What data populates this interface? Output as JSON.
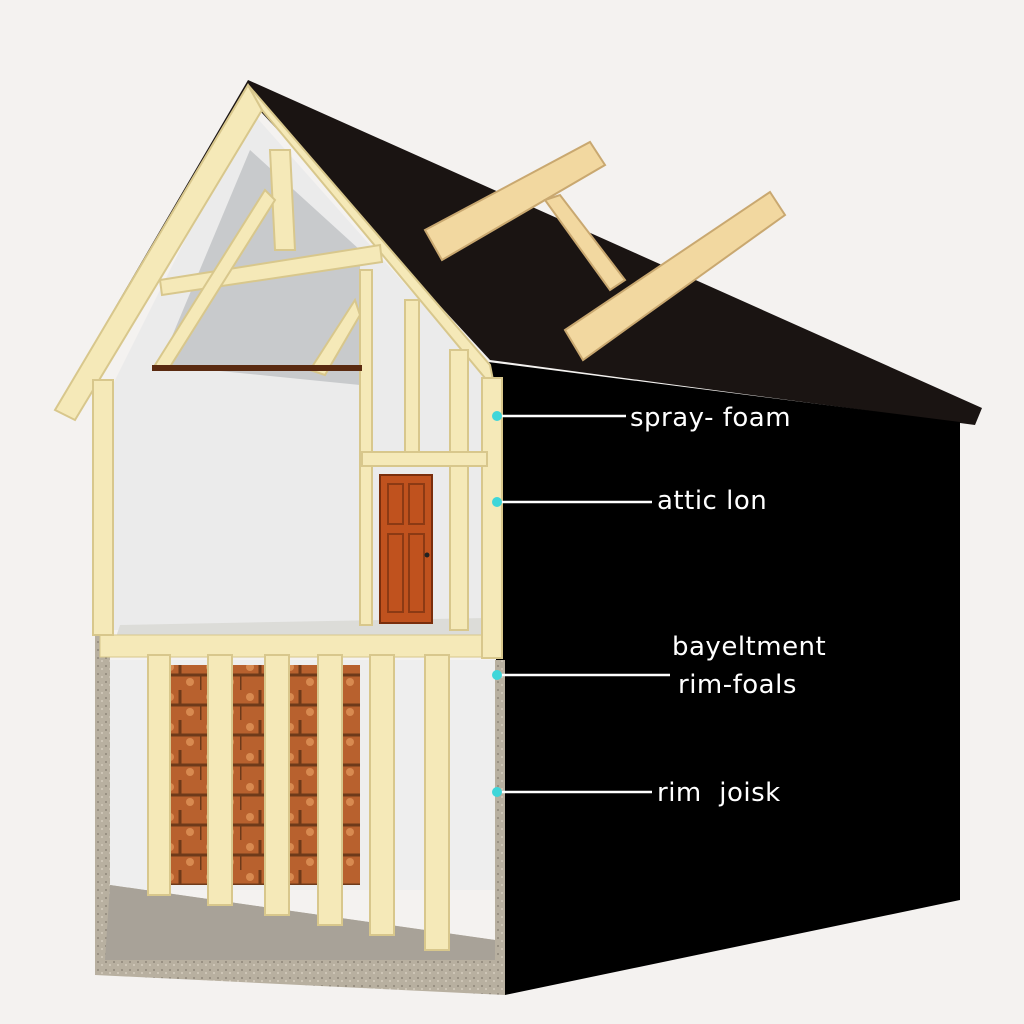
{
  "callouts": [
    {
      "label": "spray- foam"
    },
    {
      "label": "attic lon"
    },
    {
      "label": "bayeltment",
      "label2": "rim-foals"
    },
    {
      "label": "rim  joisk"
    }
  ],
  "colors": {
    "background": "#f4f2f0",
    "roof": "#1a1412",
    "side_wall": "#000000",
    "framing": "#f5e9b8",
    "door": "#c0521e",
    "callout_dot": "#3fd6d9",
    "concrete": "#b8b0a0"
  }
}
